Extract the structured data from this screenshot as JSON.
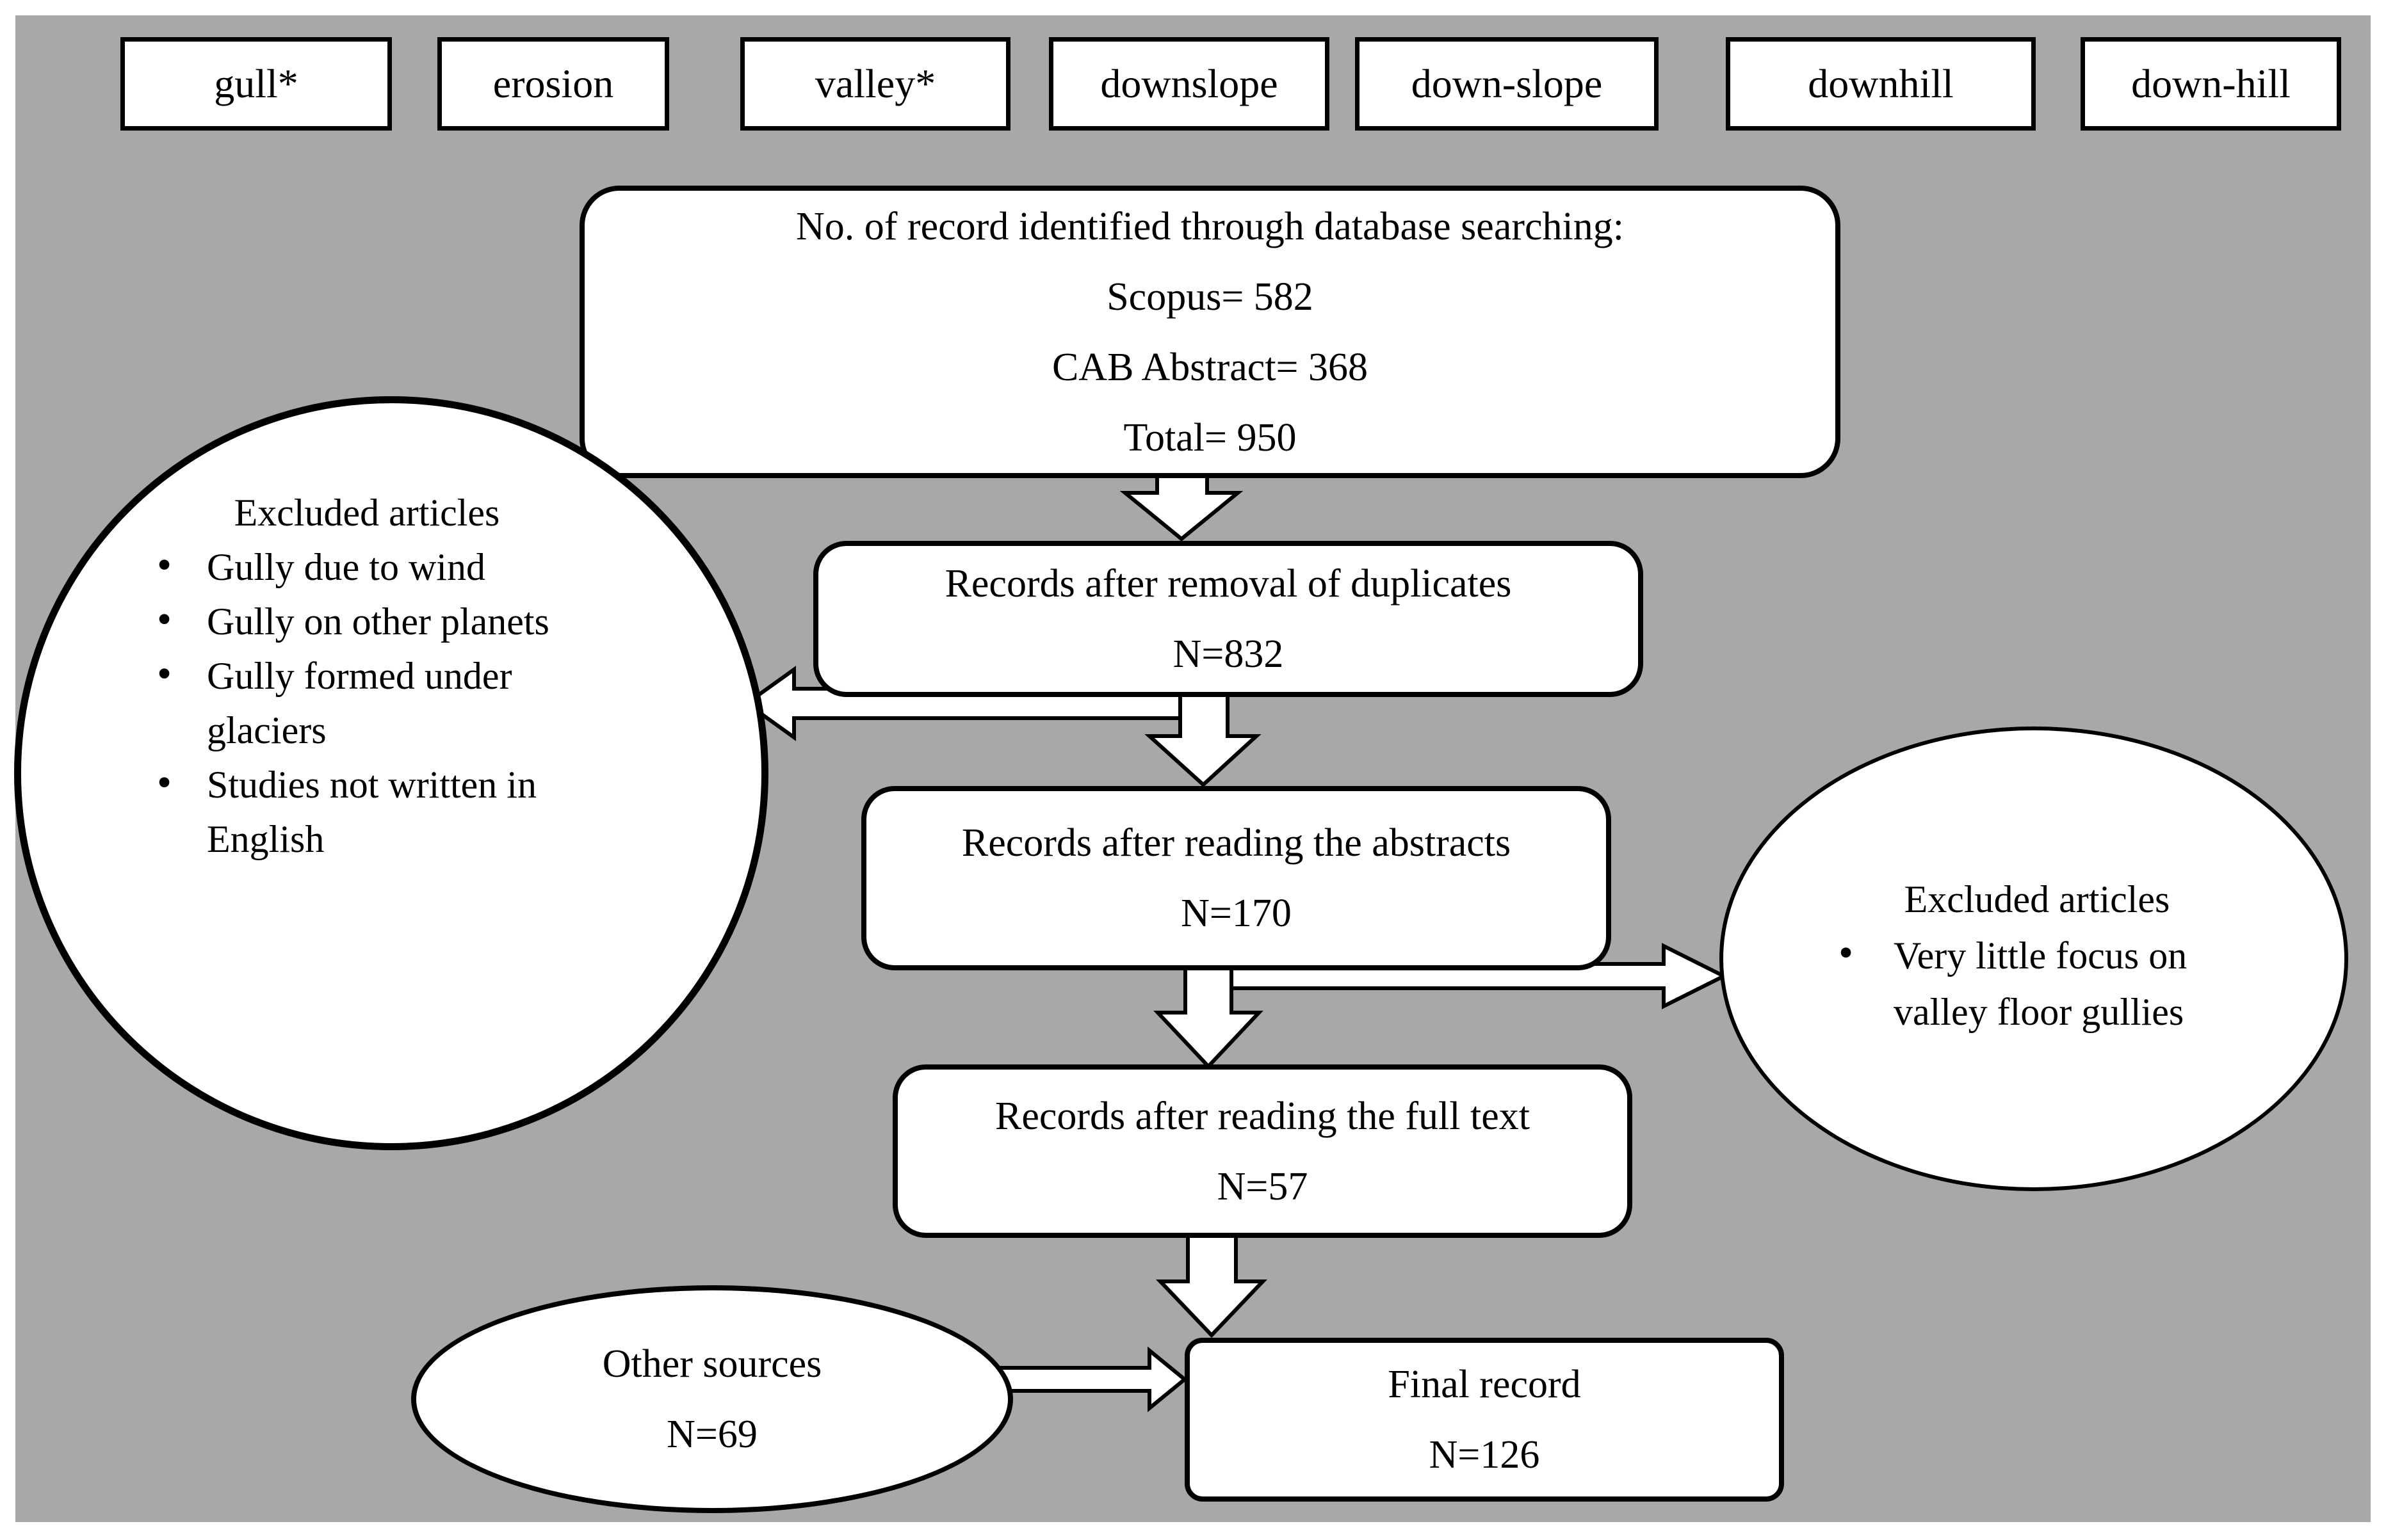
{
  "keywords": [
    "gull*",
    "erosion",
    "valley*",
    "downslope",
    "down-slope",
    "downhill",
    "down-hill"
  ],
  "boxes": {
    "identified": [
      "No. of record identified through database searching:",
      "Scopus= 582",
      "CAB Abstract= 368",
      "Total= 950"
    ],
    "duplicates": [
      "Records after removal of duplicates",
      "N=832"
    ],
    "abstracts": [
      "Records after reading the abstracts",
      "N=170"
    ],
    "full_text": [
      "Records after reading the full text",
      "N=57"
    ],
    "final": [
      "Final record",
      "N=126"
    ],
    "other_sources": [
      "Other sources",
      "N=69"
    ]
  },
  "excluded_left": {
    "title": "Excluded articles",
    "items": [
      "Gully due to wind",
      "Gully on other planets",
      "Gully formed under glaciers",
      "Studies not written in English"
    ]
  },
  "excluded_right": {
    "title": "Excluded articles",
    "items": [
      "Very little focus on valley floor gullies"
    ]
  },
  "colors": {
    "background": "#a8a8a8",
    "shape_fill": "#ffffff",
    "stroke": "#000000"
  }
}
